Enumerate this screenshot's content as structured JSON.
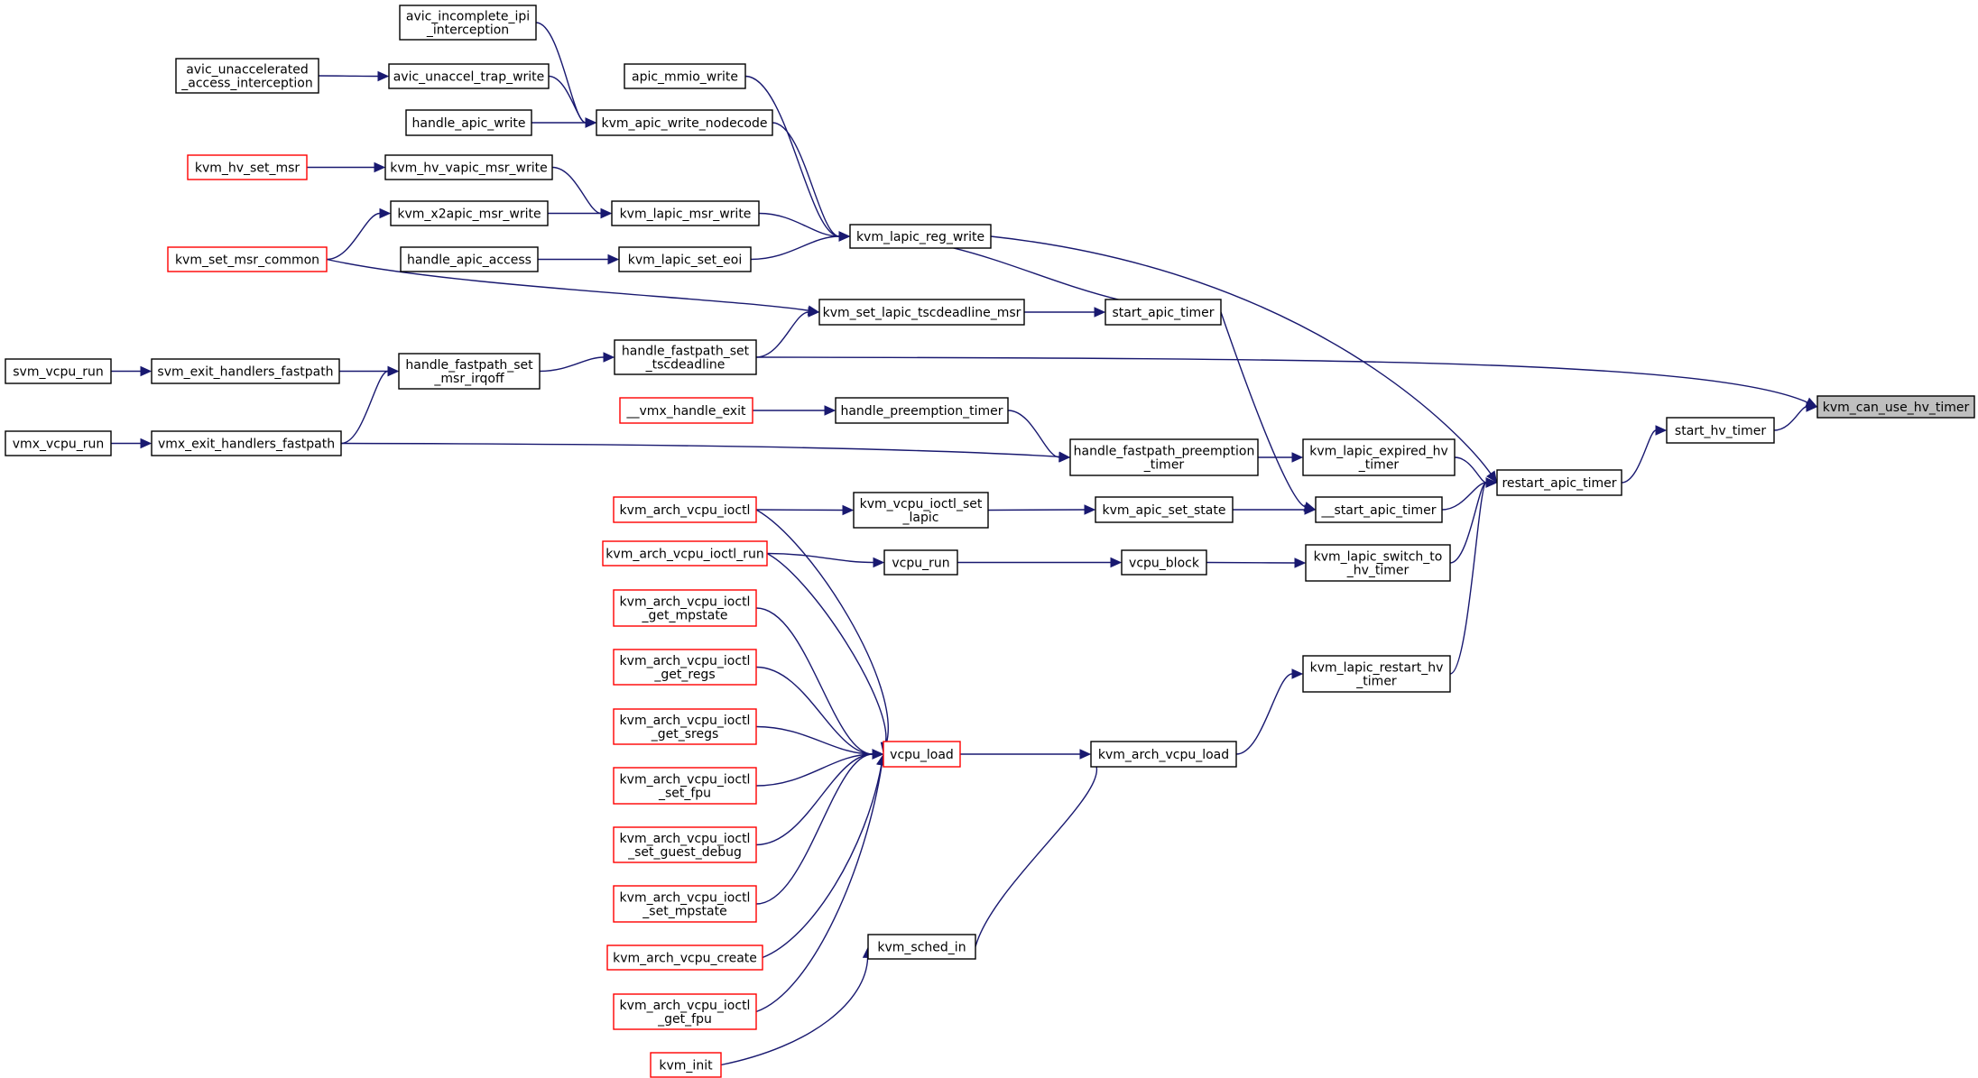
{
  "colors": {
    "edge": "#191970",
    "node_border": "#000000",
    "node_border_external": "#ff0000",
    "root_fill": "#bfbfbf",
    "background": "#ffffff"
  },
  "nodes": [
    {
      "id": "kvm_can_use_hv_timer",
      "lines": [
        "kvm_can_use_hv_timer"
      ],
      "style": "root"
    },
    {
      "id": "start_hv_timer",
      "lines": [
        "start_hv_timer"
      ],
      "style": "normal"
    },
    {
      "id": "restart_apic_timer",
      "lines": [
        "restart_apic_timer"
      ],
      "style": "normal"
    },
    {
      "id": "kvm_lapic_reg_write",
      "lines": [
        "kvm_lapic_reg_write"
      ],
      "style": "normal"
    },
    {
      "id": "kvm_apic_write_nodecode",
      "lines": [
        "kvm_apic_write_nodecode"
      ],
      "style": "normal"
    },
    {
      "id": "avic_incomplete_ipi",
      "lines": [
        "avic_incomplete_ipi",
        "_interception"
      ],
      "style": "normal"
    },
    {
      "id": "avic_unaccel_trap_write",
      "lines": [
        "avic_unaccel_trap_write"
      ],
      "style": "normal"
    },
    {
      "id": "avic_unaccelerated",
      "lines": [
        "avic_unaccelerated",
        "_access_interception"
      ],
      "style": "normal"
    },
    {
      "id": "handle_apic_write",
      "lines": [
        "handle_apic_write"
      ],
      "style": "normal"
    },
    {
      "id": "apic_mmio_write",
      "lines": [
        "apic_mmio_write"
      ],
      "style": "normal"
    },
    {
      "id": "kvm_lapic_msr_write",
      "lines": [
        "kvm_lapic_msr_write"
      ],
      "style": "normal"
    },
    {
      "id": "kvm_hv_vapic_msr_write",
      "lines": [
        "kvm_hv_vapic_msr_write"
      ],
      "style": "normal"
    },
    {
      "id": "kvm_hv_set_msr",
      "lines": [
        "kvm_hv_set_msr"
      ],
      "style": "external"
    },
    {
      "id": "kvm_x2apic_msr_write",
      "lines": [
        "kvm_x2apic_msr_write"
      ],
      "style": "normal"
    },
    {
      "id": "kvm_set_msr_common",
      "lines": [
        "kvm_set_msr_common"
      ],
      "style": "external"
    },
    {
      "id": "kvm_lapic_set_eoi",
      "lines": [
        "kvm_lapic_set_eoi"
      ],
      "style": "normal"
    },
    {
      "id": "handle_apic_access",
      "lines": [
        "handle_apic_access"
      ],
      "style": "normal"
    },
    {
      "id": "start_apic_timer",
      "lines": [
        "start_apic_timer"
      ],
      "style": "normal"
    },
    {
      "id": "kvm_set_lapic_tscdeadline_msr",
      "lines": [
        "kvm_set_lapic_tscdeadline_msr"
      ],
      "style": "normal"
    },
    {
      "id": "handle_fastpath_set_tscdeadline",
      "lines": [
        "handle_fastpath_set",
        "_tscdeadline"
      ],
      "style": "normal"
    },
    {
      "id": "handle_fastpath_set_msr_irqoff",
      "lines": [
        "handle_fastpath_set",
        "_msr_irqoff"
      ],
      "style": "normal"
    },
    {
      "id": "svm_exit_handlers_fastpath",
      "lines": [
        "svm_exit_handlers_fastpath"
      ],
      "style": "normal"
    },
    {
      "id": "svm_vcpu_run",
      "lines": [
        "svm_vcpu_run"
      ],
      "style": "normal"
    },
    {
      "id": "vmx_exit_handlers_fastpath",
      "lines": [
        "vmx_exit_handlers_fastpath"
      ],
      "style": "normal"
    },
    {
      "id": "vmx_vcpu_run",
      "lines": [
        "vmx_vcpu_run"
      ],
      "style": "normal"
    },
    {
      "id": "kvm_lapic_expired_hv_timer",
      "lines": [
        "kvm_lapic_expired_hv",
        "_timer"
      ],
      "style": "normal"
    },
    {
      "id": "handle_fastpath_preemption_timer",
      "lines": [
        "handle_fastpath_preemption",
        "_timer"
      ],
      "style": "normal"
    },
    {
      "id": "handle_preemption_timer",
      "lines": [
        "handle_preemption_timer"
      ],
      "style": "normal"
    },
    {
      "id": "__vmx_handle_exit",
      "lines": [
        "__vmx_handle_exit"
      ],
      "style": "external"
    },
    {
      "id": "__start_apic_timer",
      "lines": [
        "__start_apic_timer"
      ],
      "style": "normal"
    },
    {
      "id": "kvm_apic_set_state",
      "lines": [
        "kvm_apic_set_state"
      ],
      "style": "normal"
    },
    {
      "id": "kvm_vcpu_ioctl_set_lapic",
      "lines": [
        "kvm_vcpu_ioctl_set",
        "_lapic"
      ],
      "style": "normal"
    },
    {
      "id": "kvm_arch_vcpu_ioctl",
      "lines": [
        "kvm_arch_vcpu_ioctl"
      ],
      "style": "external"
    },
    {
      "id": "kvm_lapic_switch_to_hv_timer",
      "lines": [
        "kvm_lapic_switch_to",
        "_hv_timer"
      ],
      "style": "normal"
    },
    {
      "id": "vcpu_block",
      "lines": [
        "vcpu_block"
      ],
      "style": "normal"
    },
    {
      "id": "vcpu_run",
      "lines": [
        "vcpu_run"
      ],
      "style": "normal"
    },
    {
      "id": "kvm_arch_vcpu_ioctl_run",
      "lines": [
        "kvm_arch_vcpu_ioctl_run"
      ],
      "style": "external"
    },
    {
      "id": "kvm_lapic_restart_hv_timer",
      "lines": [
        "kvm_lapic_restart_hv",
        "_timer"
      ],
      "style": "normal"
    },
    {
      "id": "kvm_arch_vcpu_load",
      "lines": [
        "kvm_arch_vcpu_load"
      ],
      "style": "normal"
    },
    {
      "id": "vcpu_load",
      "lines": [
        "vcpu_load"
      ],
      "style": "external"
    },
    {
      "id": "get_mpstate",
      "lines": [
        "kvm_arch_vcpu_ioctl",
        "_get_mpstate"
      ],
      "style": "external"
    },
    {
      "id": "get_regs",
      "lines": [
        "kvm_arch_vcpu_ioctl",
        "_get_regs"
      ],
      "style": "external"
    },
    {
      "id": "get_sregs",
      "lines": [
        "kvm_arch_vcpu_ioctl",
        "_get_sregs"
      ],
      "style": "external"
    },
    {
      "id": "set_fpu",
      "lines": [
        "kvm_arch_vcpu_ioctl",
        "_set_fpu"
      ],
      "style": "external"
    },
    {
      "id": "set_guest_debug",
      "lines": [
        "kvm_arch_vcpu_ioctl",
        "_set_guest_debug"
      ],
      "style": "external"
    },
    {
      "id": "set_mpstate",
      "lines": [
        "kvm_arch_vcpu_ioctl",
        "_set_mpstate"
      ],
      "style": "external"
    },
    {
      "id": "kvm_arch_vcpu_create",
      "lines": [
        "kvm_arch_vcpu_create"
      ],
      "style": "external"
    },
    {
      "id": "get_fpu",
      "lines": [
        "kvm_arch_vcpu_ioctl",
        "_get_fpu"
      ],
      "style": "external"
    },
    {
      "id": "kvm_sched_in",
      "lines": [
        "kvm_sched_in"
      ],
      "style": "normal"
    },
    {
      "id": "kvm_init",
      "lines": [
        "kvm_init"
      ],
      "style": "external"
    }
  ],
  "edges": [
    [
      "start_hv_timer",
      "kvm_can_use_hv_timer"
    ],
    [
      "handle_fastpath_set_tscdeadline",
      "kvm_can_use_hv_timer"
    ],
    [
      "restart_apic_timer",
      "start_hv_timer"
    ],
    [
      "kvm_lapic_reg_write",
      "restart_apic_timer"
    ],
    [
      "kvm_lapic_expired_hv_timer",
      "restart_apic_timer"
    ],
    [
      "__start_apic_timer",
      "restart_apic_timer"
    ],
    [
      "kvm_lapic_switch_to_hv_timer",
      "restart_apic_timer"
    ],
    [
      "kvm_lapic_restart_hv_timer",
      "restart_apic_timer"
    ],
    [
      "kvm_apic_write_nodecode",
      "kvm_lapic_reg_write"
    ],
    [
      "apic_mmio_write",
      "kvm_lapic_reg_write"
    ],
    [
      "kvm_lapic_msr_write",
      "kvm_lapic_reg_write"
    ],
    [
      "kvm_lapic_set_eoi",
      "kvm_lapic_reg_write"
    ],
    [
      "start_apic_timer",
      "kvm_lapic_reg_write"
    ],
    [
      "avic_incomplete_ipi",
      "kvm_apic_write_nodecode"
    ],
    [
      "avic_unaccel_trap_write",
      "kvm_apic_write_nodecode"
    ],
    [
      "handle_apic_write",
      "kvm_apic_write_nodecode"
    ],
    [
      "avic_unaccelerated",
      "avic_unaccel_trap_write"
    ],
    [
      "kvm_hv_vapic_msr_write",
      "kvm_lapic_msr_write"
    ],
    [
      "kvm_x2apic_msr_write",
      "kvm_lapic_msr_write"
    ],
    [
      "kvm_hv_set_msr",
      "kvm_hv_vapic_msr_write"
    ],
    [
      "kvm_set_msr_common",
      "kvm_x2apic_msr_write"
    ],
    [
      "handle_apic_access",
      "kvm_lapic_set_eoi"
    ],
    [
      "kvm_set_lapic_tscdeadline_msr",
      "start_apic_timer"
    ],
    [
      "kvm_set_msr_common",
      "kvm_set_lapic_tscdeadline_msr"
    ],
    [
      "handle_fastpath_set_tscdeadline",
      "kvm_set_lapic_tscdeadline_msr"
    ],
    [
      "handle_fastpath_set_msr_irqoff",
      "handle_fastpath_set_tscdeadline"
    ],
    [
      "svm_exit_handlers_fastpath",
      "handle_fastpath_set_msr_irqoff"
    ],
    [
      "vmx_exit_handlers_fastpath",
      "handle_fastpath_set_msr_irqoff"
    ],
    [
      "svm_vcpu_run",
      "svm_exit_handlers_fastpath"
    ],
    [
      "vmx_vcpu_run",
      "vmx_exit_handlers_fastpath"
    ],
    [
      "handle_fastpath_preemption_timer",
      "kvm_lapic_expired_hv_timer"
    ],
    [
      "handle_preemption_timer",
      "handle_fastpath_preemption_timer"
    ],
    [
      "vmx_exit_handlers_fastpath",
      "handle_fastpath_preemption_timer"
    ],
    [
      "__vmx_handle_exit",
      "handle_preemption_timer"
    ],
    [
      "start_apic_timer",
      "__start_apic_timer"
    ],
    [
      "kvm_apic_set_state",
      "__start_apic_timer"
    ],
    [
      "kvm_vcpu_ioctl_set_lapic",
      "kvm_apic_set_state"
    ],
    [
      "kvm_arch_vcpu_ioctl",
      "kvm_vcpu_ioctl_set_lapic"
    ],
    [
      "vcpu_block",
      "kvm_lapic_switch_to_hv_timer"
    ],
    [
      "vcpu_run",
      "vcpu_block"
    ],
    [
      "kvm_arch_vcpu_ioctl_run",
      "vcpu_run"
    ],
    [
      "kvm_arch_vcpu_load",
      "kvm_lapic_restart_hv_timer"
    ],
    [
      "vcpu_load",
      "kvm_arch_vcpu_load"
    ],
    [
      "kvm_sched_in",
      "kvm_arch_vcpu_load"
    ],
    [
      "kvm_arch_vcpu_ioctl",
      "vcpu_load"
    ],
    [
      "kvm_arch_vcpu_ioctl_run",
      "vcpu_load"
    ],
    [
      "get_mpstate",
      "vcpu_load"
    ],
    [
      "get_regs",
      "vcpu_load"
    ],
    [
      "get_sregs",
      "vcpu_load"
    ],
    [
      "set_fpu",
      "vcpu_load"
    ],
    [
      "set_guest_debug",
      "vcpu_load"
    ],
    [
      "set_mpstate",
      "vcpu_load"
    ],
    [
      "kvm_arch_vcpu_create",
      "vcpu_load"
    ],
    [
      "get_fpu",
      "vcpu_load"
    ],
    [
      "kvm_init",
      "kvm_sched_in"
    ]
  ]
}
